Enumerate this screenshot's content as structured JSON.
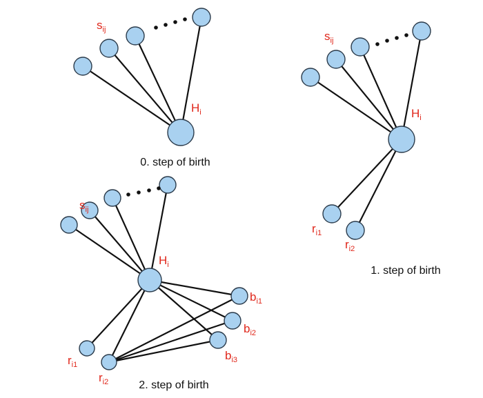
{
  "colors": {
    "node_fill": "#a9d1f0",
    "node_stroke": "#2a3a4a",
    "edge": "#111111",
    "label": "#e0261a",
    "caption": "#111111"
  },
  "diagrams": [
    {
      "caption": "0. step of birth",
      "labels": [
        {
          "main": "s",
          "sub": "ij"
        },
        {
          "main": "H",
          "sub": "i"
        }
      ]
    },
    {
      "caption": "1. step of birth",
      "labels": [
        {
          "main": "s",
          "sub": "ij"
        },
        {
          "main": "H",
          "sub": "i"
        },
        {
          "main": "r",
          "sub": "i1"
        },
        {
          "main": "r",
          "sub": "i2"
        }
      ]
    },
    {
      "caption": "2. step of birth",
      "labels": [
        {
          "main": "s",
          "sub": "ij"
        },
        {
          "main": "H",
          "sub": "i"
        },
        {
          "main": "r",
          "sub": "i1"
        },
        {
          "main": "r",
          "sub": "i2"
        },
        {
          "main": "b",
          "sub": "i1"
        },
        {
          "main": "b",
          "sub": "i2"
        },
        {
          "main": "b",
          "sub": "i3"
        }
      ]
    }
  ]
}
